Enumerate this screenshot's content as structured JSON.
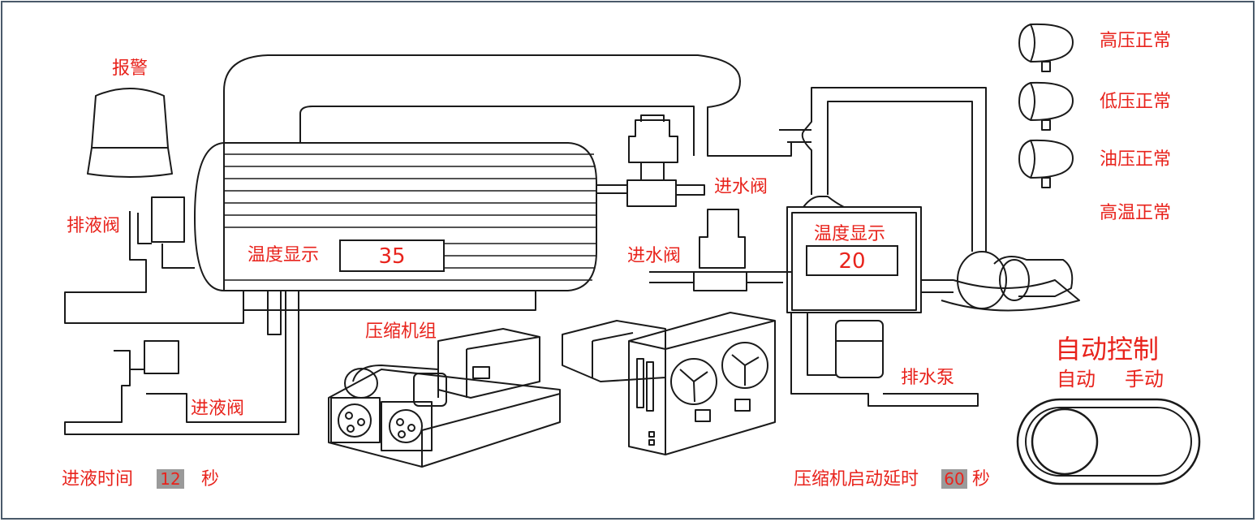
{
  "alarm": {
    "label": "报警"
  },
  "valves": {
    "drain_valve": "排液阀",
    "inlet_liquid_valve": "进液阀",
    "water_inlet_valve_top": "进水阀",
    "water_inlet_valve_mid": "进水阀"
  },
  "condenser_temp": {
    "label": "温度显示",
    "value": "35"
  },
  "tank_temp": {
    "label": "温度显示",
    "value": "20"
  },
  "compressor_group": {
    "label": "压缩机组"
  },
  "drain_pump": {
    "label": "排水泵"
  },
  "status": [
    {
      "label": "高压正常"
    },
    {
      "label": "低压正常"
    },
    {
      "label": "油压正常"
    },
    {
      "label": "高温正常"
    }
  ],
  "control": {
    "title": "自动控制",
    "auto_label": "自动",
    "manual_label": "手动"
  },
  "inlet_time": {
    "prefix": "进液时间",
    "value": "12",
    "unit": "秒"
  },
  "compressor_delay": {
    "prefix": "压缩机启动延时",
    "value": "60",
    "unit": "秒"
  },
  "colors": {
    "label": "#e8231c",
    "line": "#1a1a1a",
    "value_bg": "#9a9a9a",
    "border": "#4a5a6a"
  }
}
